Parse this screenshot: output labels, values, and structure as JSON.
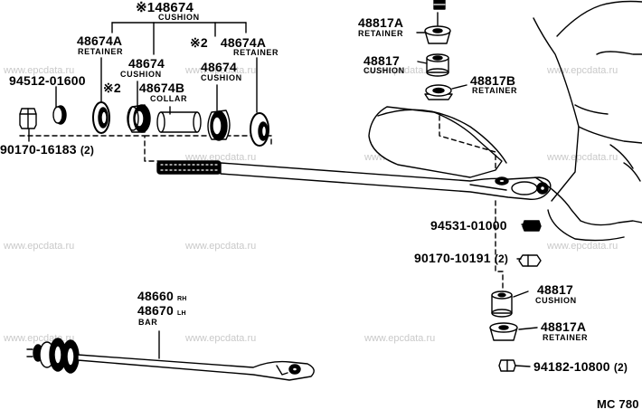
{
  "watermark": "www.epcdata.ru",
  "diagram_code": "MC 780",
  "parts": {
    "p48674": {
      "mark": "※1",
      "number": "48674",
      "name": "CUSHION"
    },
    "p48674A_left": {
      "number": "48674A",
      "name": "RETAINER"
    },
    "p48674_inner": {
      "number": "48674",
      "name": "CUSHION"
    },
    "p48674A_right": {
      "mark": "※2",
      "number": "48674A",
      "name": "RETAINER"
    },
    "p48674_right": {
      "number": "48674",
      "name": "CUSHION"
    },
    "p48674B": {
      "mark": "※2",
      "number": "48674B",
      "name": "COLLAR"
    },
    "p94512": {
      "number": "94512-01600"
    },
    "p90170_16183": {
      "number": "90170-16183",
      "qty": "(2)"
    },
    "p48817A_top": {
      "number": "48817A",
      "name": "RETAINER"
    },
    "p48817_top": {
      "number": "48817",
      "name": "CUSHION"
    },
    "p48817B": {
      "number": "48817B",
      "name": "RETAINER"
    },
    "p94531": {
      "number": "94531-01000"
    },
    "p90170_10191": {
      "number": "90170-10191",
      "qty": "(2)"
    },
    "p48817_bottom": {
      "number": "48817",
      "name": "CUSHION"
    },
    "p48817A_bottom": {
      "number": "48817A",
      "name": "RETAINER"
    },
    "p94182": {
      "number": "94182-10800",
      "qty": "(2)"
    },
    "p48660": {
      "number": "48660",
      "side": "RH"
    },
    "p48670": {
      "number": "48670",
      "side": "LH",
      "name": "BAR"
    }
  }
}
